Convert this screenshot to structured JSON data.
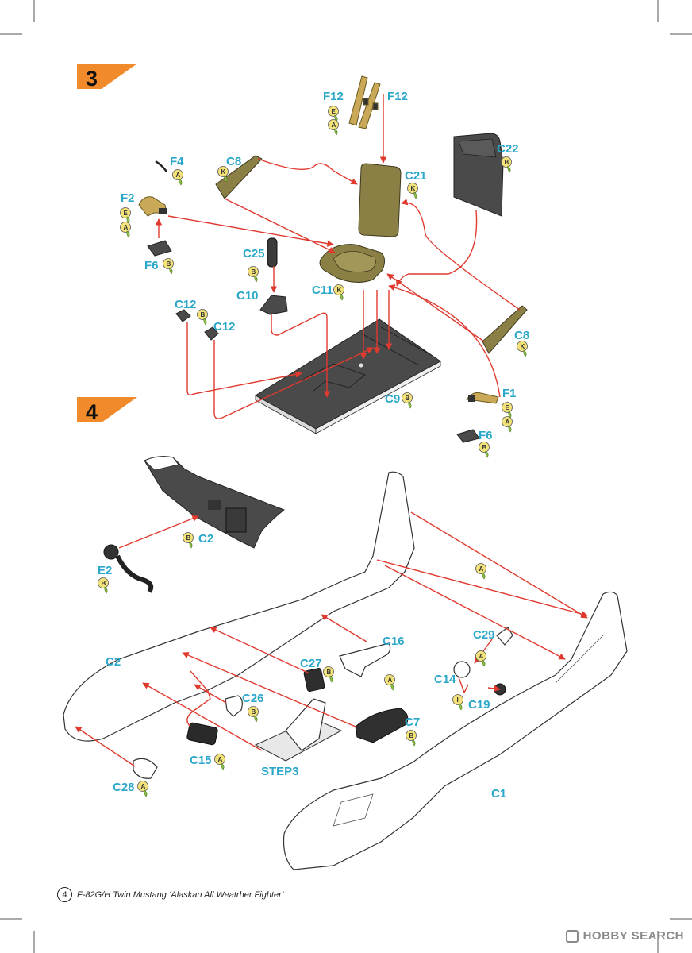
{
  "steps": [
    {
      "number": "3"
    },
    {
      "number": "4"
    }
  ],
  "step3_parts": {
    "F12_left": "F12",
    "F12_right": "F12",
    "F4": "F4",
    "F2": "F2",
    "F6_a": "F6",
    "C8_top": "C8",
    "C21": "C21",
    "C22": "C22",
    "C25": "C25",
    "C10": "C10",
    "C11": "C11",
    "C12_a": "C12",
    "C12_b": "C12",
    "C8_right": "C8",
    "C9": "C9",
    "F1": "F1",
    "F6_b": "F6"
  },
  "step4_parts": {
    "C2_a": "C2",
    "E2": "E2",
    "C2_b": "C2",
    "C16": "C16",
    "C29": "C29",
    "C27": "C27",
    "C14": "C14",
    "C19": "C19",
    "C26": "C26",
    "C7": "C7",
    "C15": "C15",
    "step_ref": "STEP3",
    "C28": "C28",
    "C1": "C1"
  },
  "badges": {
    "E": "E",
    "A": "A",
    "B": "B",
    "K": "K",
    "I": "I"
  },
  "footer": {
    "page_number": "4",
    "caption": "F-82G/H Twin Mustang ‘Alaskan All Weatrher Fighter’"
  },
  "watermark": {
    "text": "HOBBY SEARCH"
  },
  "colors": {
    "accent_orange": "#f08a2b",
    "label_blue": "#2aa7c9",
    "arrow_red": "#e03a2f",
    "badge_yellow": "#f3e27a",
    "badge_green": "#8fc24a"
  }
}
